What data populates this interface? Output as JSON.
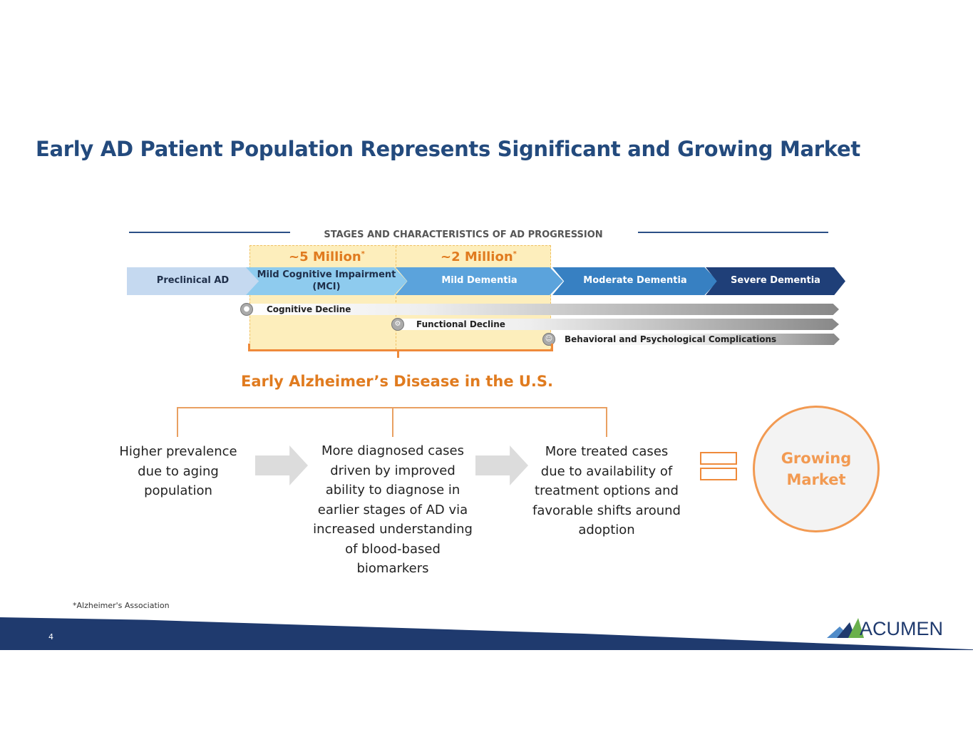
{
  "title": "Early AD Patient Population Represents Significant and Growing Market",
  "stages_title": "STAGES AND CHARACTERISTICS OF AD PROGRESSION",
  "populations": [
    {
      "value": "~5 Million",
      "mark": "*"
    },
    {
      "value": "~2 Million",
      "mark": "*"
    }
  ],
  "stages": [
    "Preclinical AD",
    "Mild Cognitive Impairment (MCI)",
    "Mild Dementia",
    "Moderate Dementia",
    "Severe Dementia"
  ],
  "characteristics": [
    {
      "label": "Cognitive Decline",
      "icon": "brain-icon"
    },
    {
      "label": "Functional Decline",
      "icon": "gear-icon"
    },
    {
      "label": "Behavioral and Psychological Complications",
      "icon": "people-icon"
    }
  ],
  "subheading": "Early Alzheimer’s Disease in the U.S.",
  "drivers": [
    "Higher prevalence due to aging population",
    "More diagnosed cases driven by improved ability to diagnose in earlier stages of AD via increased understanding of blood-based biomarkers",
    "More treated cases due to availability of treatment options and favorable shifts around adoption"
  ],
  "result": "Growing Market",
  "footnote": "*Alzheimer's Association",
  "page_number": "4",
  "logo_text": "ACUMEN",
  "colors": {
    "title": "#234a7d",
    "accent": "#e07b1f",
    "footer": "#1f3a6e"
  }
}
